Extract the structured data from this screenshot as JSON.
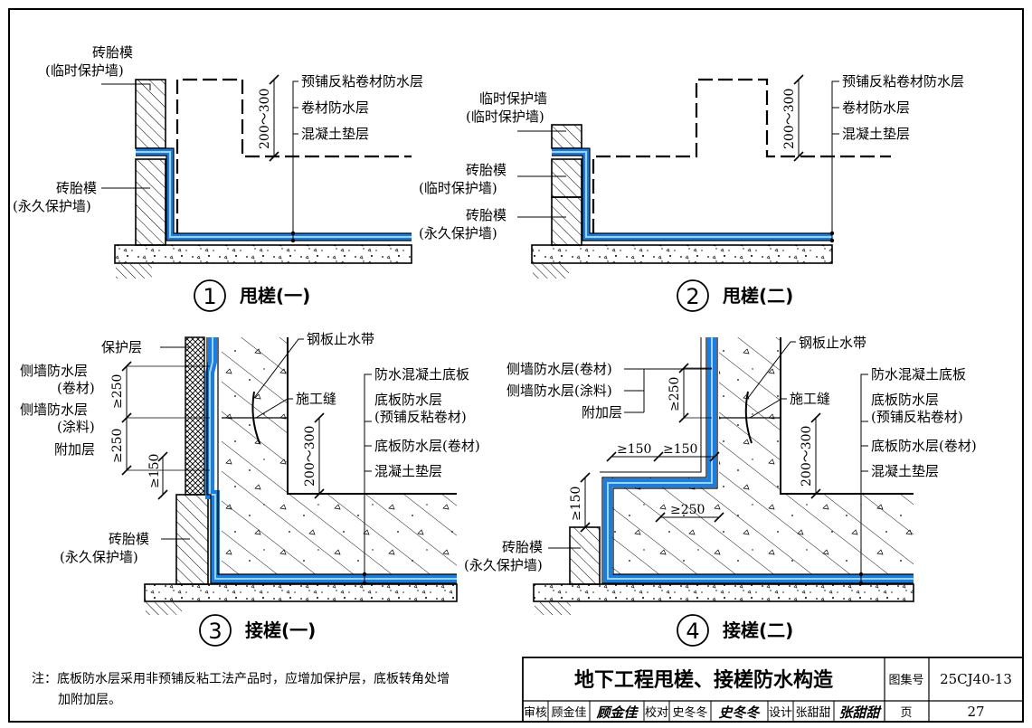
{
  "labels": {
    "d1_brick_temp": "砖胎模",
    "d1_brick_temp_sub": "(临时保护墙)",
    "d1_brick_perm": "砖胎模",
    "d1_brick_perm_sub": "(永久保护墙)",
    "d1_dim": "200～300",
    "d1_r1": "预铺反粘卷材防水层",
    "d1_r2": "卷材防水层",
    "d1_r3": "混凝土垫层",
    "d1_title": "甩槎(一)",
    "d1_num": "1",
    "d2_temp": "临时保护墙",
    "d2_temp_sub": "(临时保护墙)",
    "d2_brick_temp": "砖胎模",
    "d2_brick_temp_sub": "(临时保护墙)",
    "d2_brick_perm": "砖胎模",
    "d2_brick_perm_sub": "(永久保护墙)",
    "d2_dim": "200～300",
    "d2_r1": "预铺反粘卷材防水层",
    "d2_r2": "卷材防水层",
    "d2_r3": "混凝土垫层",
    "d2_title": "甩槎(二)",
    "d2_num": "2",
    "d3_l1": "保护层",
    "d3_l2": "侧墙防水层",
    "d3_l2_sub": "(卷材)",
    "d3_l3": "侧墙防水层",
    "d3_l3_sub": "(涂料)",
    "d3_l4": "附加层",
    "d3_dim_a": "≥250",
    "d3_dim_b": "≥250",
    "d3_dim_c": "≥150",
    "d3_steel": "钢板止水带",
    "d3_joint": "施工缝",
    "d3_dim_d": "200～300",
    "d3_r1": "防水混凝土底板",
    "d3_r2": "底板防水层",
    "d3_r2_sub": "(预铺反粘卷材)",
    "d3_r3": "底板防水层(卷材)",
    "d3_r4": "混凝土垫层",
    "d3_brick": "砖胎模",
    "d3_brick_sub": "(永久保护墙)",
    "d3_title": "接槎(一)",
    "d3_num": "3",
    "d4_l1": "侧墙防水层(卷材)",
    "d4_l2": "侧墙防水层(涂料)",
    "d4_l3": "附加层",
    "d4_dim_a": "≥250",
    "d4_steel": "钢板止水带",
    "d4_joint": "施工缝",
    "d4_dim_b": "≥150",
    "d4_dim_c": "≥150",
    "d4_dim_d": "≥150",
    "d4_dim_e": "≥250",
    "d4_dim_f": "200～300",
    "d4_r1": "防水混凝土底板",
    "d4_r2": "底板防水层",
    "d4_r2_sub": "(预铺反粘卷材)",
    "d4_r3": "底板防水层(卷材)",
    "d4_r4": "混凝土垫层",
    "d4_brick": "砖胎模",
    "d4_brick_sub": "(永久保护墙)",
    "d4_title": "接槎(二)",
    "d4_num": "4"
  },
  "note": {
    "line1": "注：底板防水层采用非预铺反粘工法产品时，应增加保护层，底板转角处增",
    "line2": "加附加层。"
  },
  "title_block": {
    "title": "地下工程甩槎、接槎防水构造",
    "atlas_label": "图集号",
    "atlas_value": "25CJ40-13",
    "page_label": "页",
    "page_value": "27",
    "review_label": "审核",
    "review_name": "顾金佳",
    "review_sig": "顾金佳",
    "check_label": "校对",
    "check_name": "史冬冬",
    "check_sig": "史冬冬",
    "design_label": "设计",
    "design_name": "张甜甜",
    "design_sig": "张甜甜"
  },
  "colors": {
    "membrane": "#1a7de0",
    "membrane_light": "#9fd2ff",
    "line": "#000000"
  }
}
